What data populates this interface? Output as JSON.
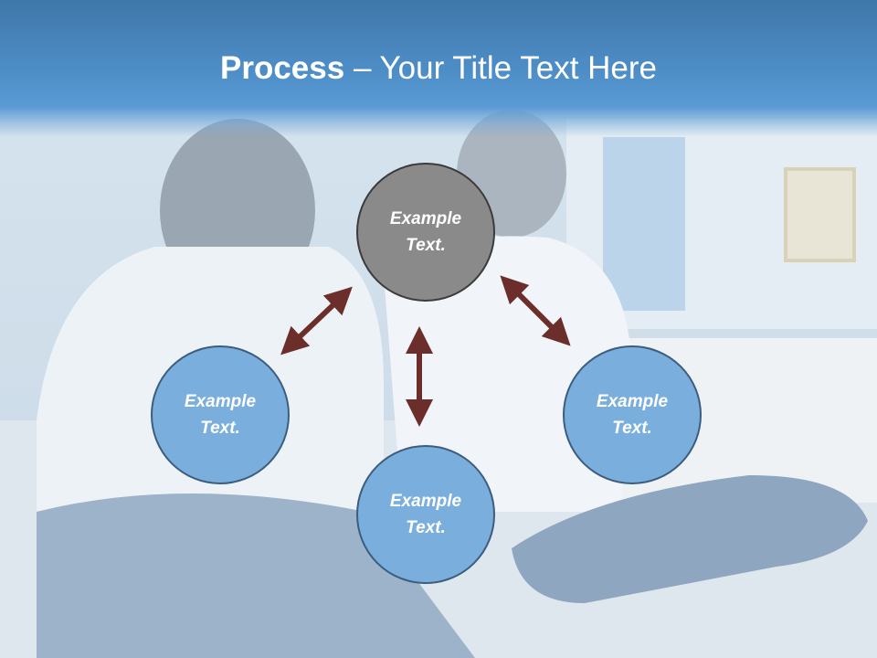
{
  "title": {
    "bold": "Process",
    "dash": " – ",
    "rest": "Your Title Text Here"
  },
  "nodes": [
    {
      "label": "Example\nText.",
      "fill": "#8a8a8a"
    },
    {
      "label": "Example\nText.",
      "fill": "#7aaedc"
    },
    {
      "label": "Example\nText.",
      "fill": "#7aaedc"
    },
    {
      "label": "Example\nText.",
      "fill": "#7aaedc"
    }
  ],
  "colors": {
    "header": "#4d8dc6",
    "arrow": "#6b2e2a",
    "node_border": "#3c5d7e"
  }
}
